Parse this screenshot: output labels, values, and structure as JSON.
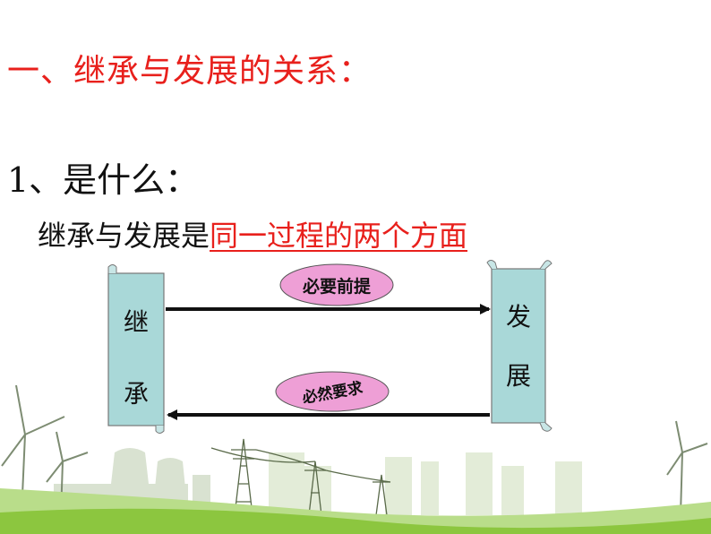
{
  "heading": "一、继承与发展的关系：",
  "subheading": "1、是什么：",
  "statement": {
    "plain": "继承与发展是",
    "highlight": "同一过程的两个方面"
  },
  "diagram": {
    "left_scroll": {
      "char1": "继",
      "char2": "承"
    },
    "right_scroll": {
      "char1": "发",
      "char2": "展"
    },
    "top_oval": "必要前提",
    "bottom_oval": "必然要求"
  },
  "colors": {
    "accent_red": "#e8201c",
    "scroll_fill": "#a9d8d8",
    "oval_fill": "#ee9fd6",
    "ground_green": "#8cc63f"
  }
}
